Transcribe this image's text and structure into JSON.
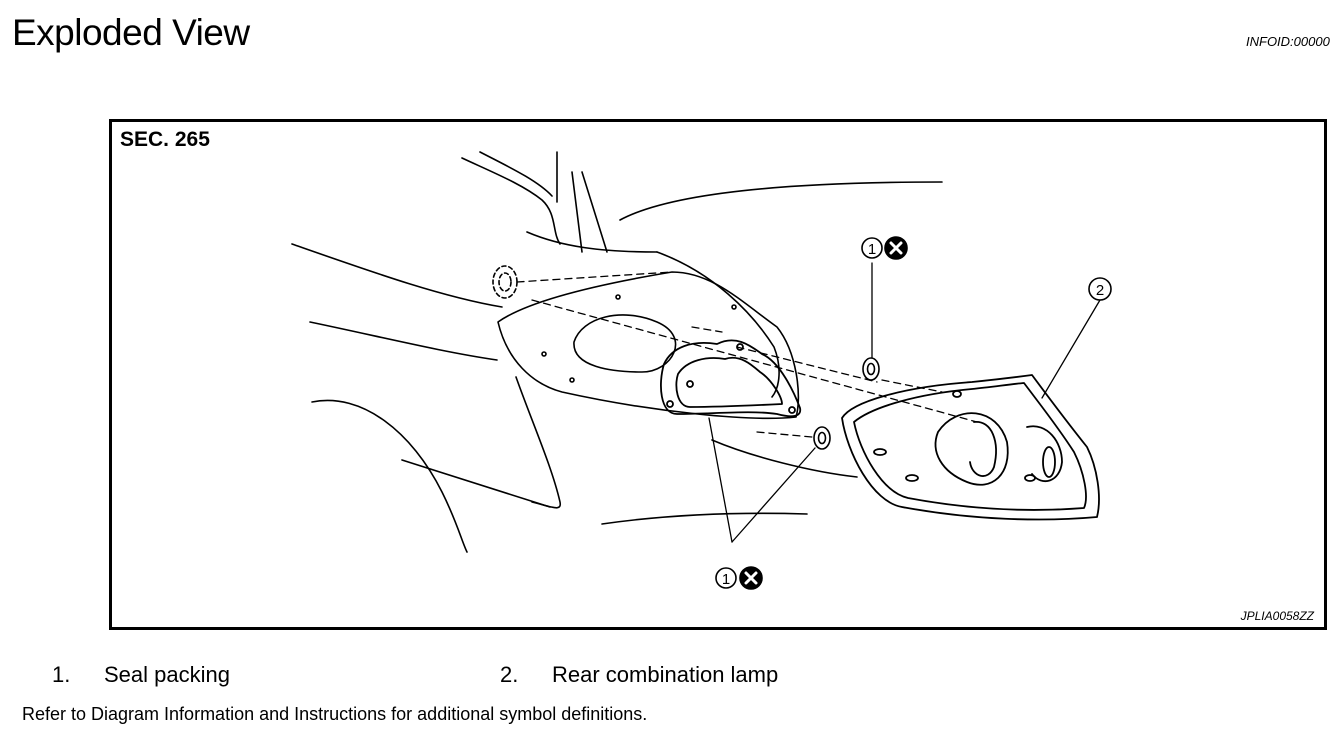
{
  "page": {
    "title": "Exploded View",
    "info_id": "INFOID:00000"
  },
  "figure": {
    "section": "SEC. 265",
    "code": "JPLIA0058ZZ",
    "callouts": {
      "one": "1",
      "two": "2"
    }
  },
  "legend": [
    {
      "number": "1.",
      "label": "Seal packing"
    },
    {
      "number": "2.",
      "label": "Rear combination lamp"
    }
  ],
  "footnote": "Refer to Diagram Information and Instructions for additional symbol definitions."
}
